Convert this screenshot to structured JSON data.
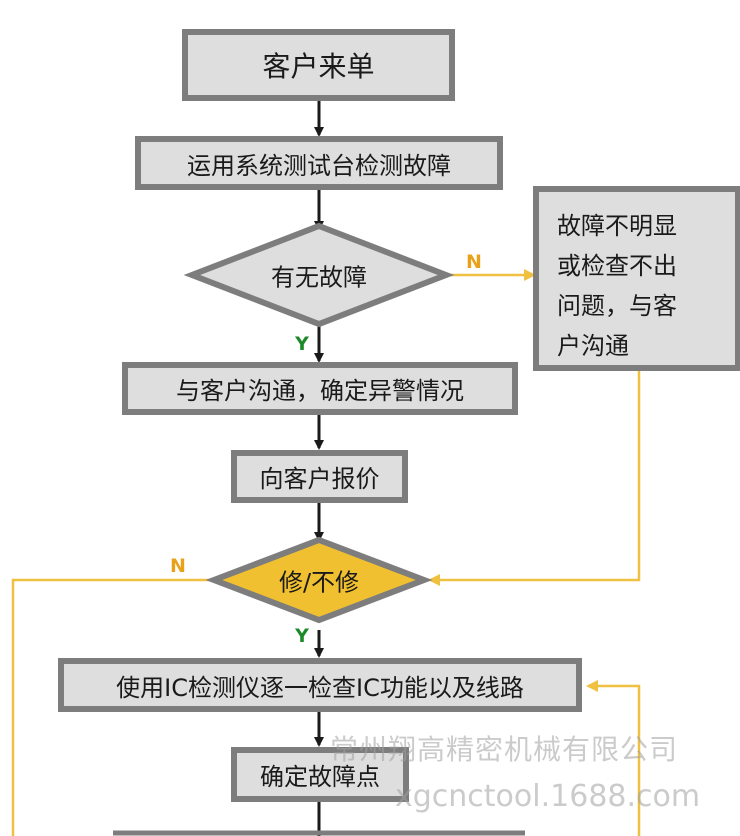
{
  "flowchart": {
    "nodes": {
      "start": "客户来单",
      "test_bench": "运用系统测试台检测故障",
      "has_fault": "有无故障",
      "unclear": [
        "故障不明显",
        "或检查不出",
        "问题，与客",
        "户沟通"
      ],
      "communicate": "与客户沟通，确定异警情况",
      "quote": "向客户报价",
      "repair_decision": "修/不修",
      "ic_check": "使用IC检测仪逐一检查IC功能以及线路",
      "locate_fault": "确定故障点"
    },
    "branch_labels": {
      "fault_no": "N",
      "fault_yes": "Y",
      "repair_no": "N",
      "repair_yes": "Y"
    }
  },
  "watermark": {
    "company": "常州翔高精密机械有限公司",
    "site": "xgcnctool.1688.com"
  },
  "colors": {
    "box_fill": "#dedede",
    "box_border": "#7d7d7d",
    "arrow": "#1a1a1a",
    "loop_line": "#f0c040",
    "highlight_diamond": "#f0c030",
    "no_label": "#e8a21a",
    "yes_label": "#1d8a2a"
  }
}
